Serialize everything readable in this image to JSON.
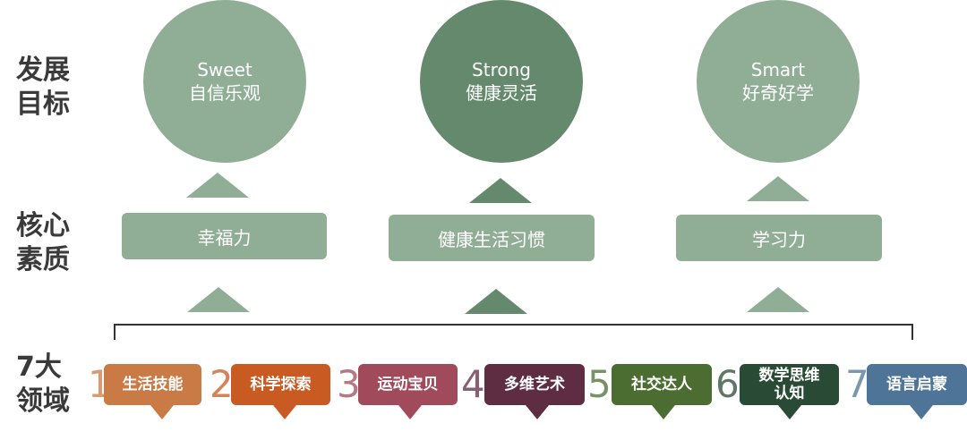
{
  "row_labels": {
    "goals": [
      "发展",
      "目标"
    ],
    "qualities": [
      "核心",
      "素质"
    ],
    "domains": [
      "7大",
      "领域"
    ]
  },
  "goals": [
    {
      "en": "Sweet",
      "zh": "自信乐观",
      "color": "#90ad95"
    },
    {
      "en": "Strong",
      "zh": "健康灵活",
      "color": "#64896d"
    },
    {
      "en": "Smart",
      "zh": "好奇好学",
      "color": "#90ad95"
    }
  ],
  "qualities": [
    "幸福力",
    "健康生活习惯",
    "学习力"
  ],
  "domains": [
    {
      "num": "1",
      "label": "生活技能",
      "color": "#c97a45"
    },
    {
      "num": "2",
      "label": "科学探索",
      "color": "#c95a22"
    },
    {
      "num": "3",
      "label": "运动宝贝",
      "color": "#a14a5b"
    },
    {
      "num": "4",
      "label": "多维艺术",
      "color": "#5e2d42"
    },
    {
      "num": "5",
      "label": "社交达人",
      "color": "#4b6d32"
    },
    {
      "num": "6",
      "label": "数学思维\n认知",
      "color": "#294b35"
    },
    {
      "num": "7",
      "label": "语言启蒙",
      "color": "#4e7497"
    }
  ],
  "colors": {
    "triangle": "#90ad95",
    "triangle_dark": "#64896d",
    "label_text": "#3a3a3a"
  }
}
